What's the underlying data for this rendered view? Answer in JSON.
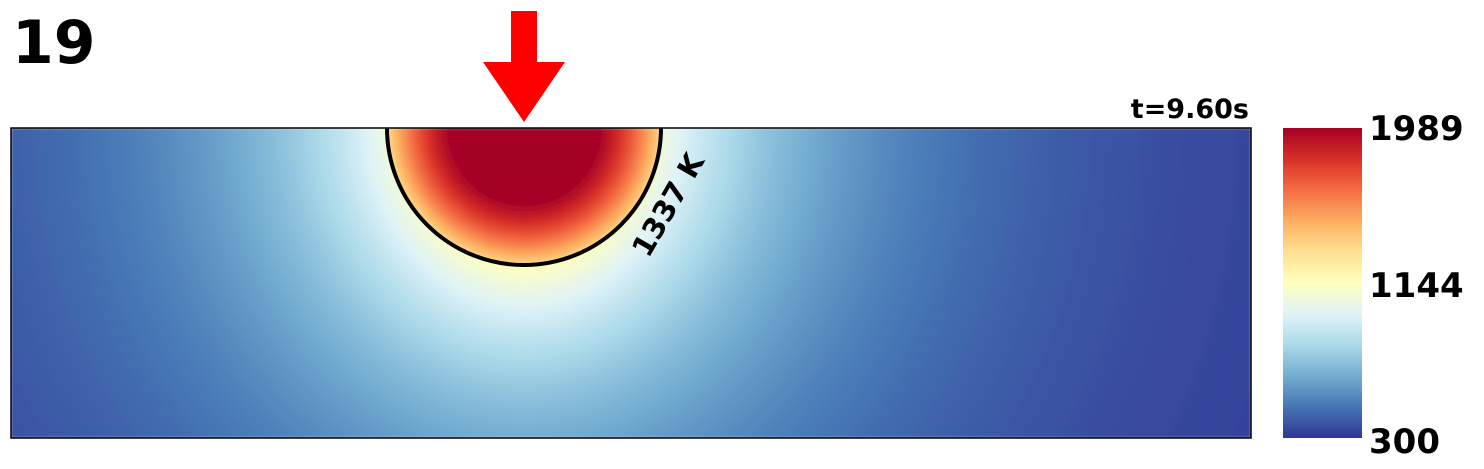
{
  "frame_label": "19",
  "time_label": "t=9.60s",
  "chart_data": {
    "type": "heatmap",
    "title": "",
    "xlabel": "",
    "ylabel": "",
    "unit": "K",
    "colormap": "RdYlBu_r",
    "value_range": [
      300,
      1989
    ],
    "peak_value": 1989,
    "ambient_value": 300,
    "isotherm": {
      "value": 1337,
      "label": "1337 K"
    },
    "heat_source": {
      "marker": "down-arrow",
      "color": "#ff0000"
    },
    "colorbar": {
      "tick_labels": [
        "1989",
        "1144",
        "300"
      ],
      "tick_values": [
        1989,
        1144,
        300
      ]
    }
  }
}
